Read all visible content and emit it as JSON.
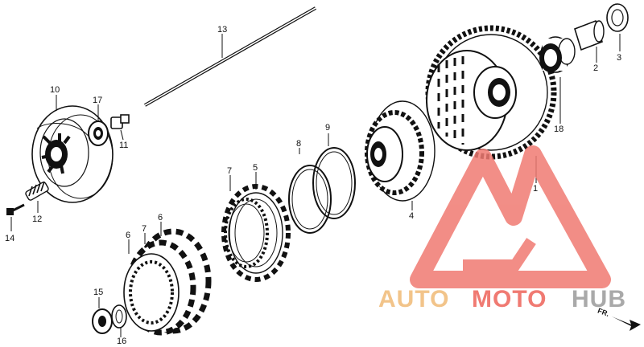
{
  "callouts": [
    {
      "id": "c13",
      "text": "13"
    },
    {
      "id": "c10",
      "text": "10"
    },
    {
      "id": "c17",
      "text": "17"
    },
    {
      "id": "c11",
      "text": "11"
    },
    {
      "id": "c12",
      "text": "12"
    },
    {
      "id": "c14",
      "text": "14"
    },
    {
      "id": "c8",
      "text": "8"
    },
    {
      "id": "c9",
      "text": "9"
    },
    {
      "id": "c7a",
      "text": "7"
    },
    {
      "id": "c5",
      "text": "5"
    },
    {
      "id": "c6a",
      "text": "6"
    },
    {
      "id": "c7b",
      "text": "7"
    },
    {
      "id": "c6b",
      "text": "6"
    },
    {
      "id": "c15",
      "text": "15"
    },
    {
      "id": "c16",
      "text": "16"
    },
    {
      "id": "c4",
      "text": "4"
    },
    {
      "id": "c1",
      "text": "1"
    },
    {
      "id": "c18",
      "text": "18"
    },
    {
      "id": "c2",
      "text": "2"
    },
    {
      "id": "c3",
      "text": "3"
    }
  ],
  "watermark": {
    "text_auto": "AUTO",
    "text_moto": "MOTO",
    "text_hub": "HUB",
    "auto_color": "#f2c48a",
    "moto_color": "#f07a72",
    "hub_color": "#a9a9a9"
  },
  "direction_marker": {
    "text": "FR."
  }
}
